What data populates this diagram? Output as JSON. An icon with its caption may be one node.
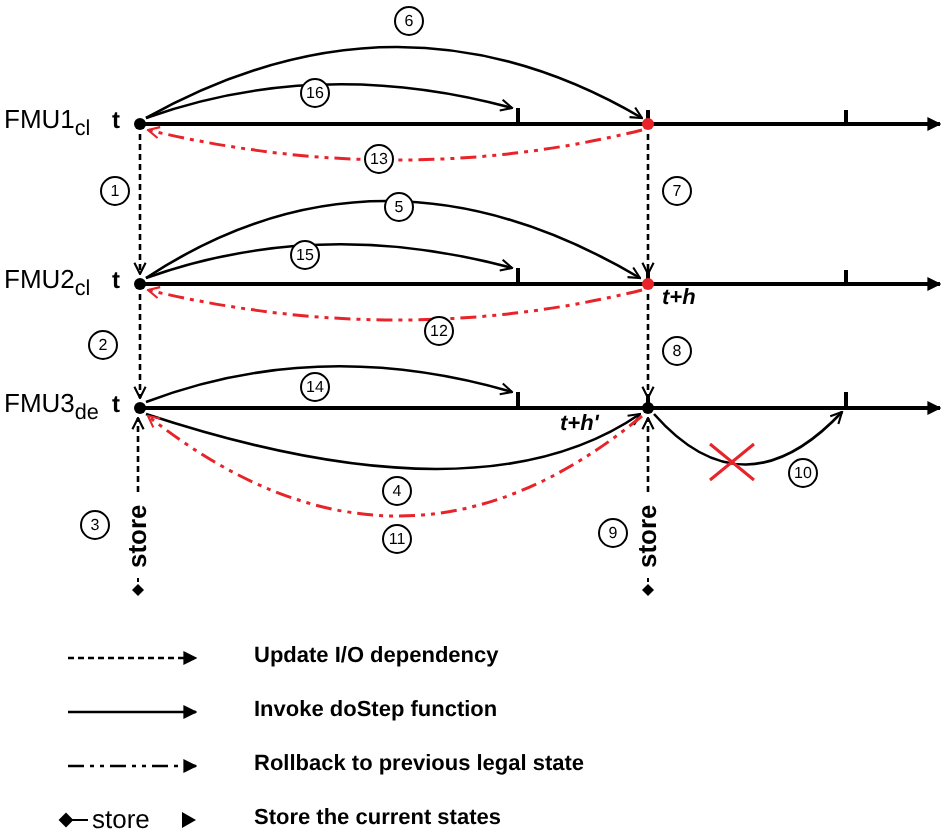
{
  "diagram": {
    "nodes": [
      {
        "text": [],
        "shape": "circle",
        "beside": [
          "t"
        ]
      },
      {
        "text": [],
        "shape": "bar"
      },
      {
        "text": [],
        "shape": "circle"
      },
      {
        "text": [],
        "shape": "circle",
        "beside": [
          "t"
        ]
      },
      {
        "text": [],
        "shape": "bar"
      },
      {
        "text": [],
        "shape": "circle",
        "beside": [
          "t+h"
        ]
      },
      {
        "text": [],
        "shape": "circle",
        "beside": [
          "t"
        ]
      },
      {
        "text": [],
        "shape": "bar"
      },
      {
        "text": [],
        "shape": "circle",
        "beside": [
          "t+h'"
        ]
      },
      {
        "text": [],
        "shape": "bar"
      },
      {
        "text": [
          "store"
        ]
      },
      {
        "text": [
          "store"
        ]
      }
    ],
    "edges": [
      {
        "from": 0,
        "to": 3,
        "arrow": "to",
        "label": "1",
        "style": "dashed"
      },
      {
        "from": 3,
        "to": 6,
        "arrow": "to",
        "label": "2",
        "style": "dashed"
      },
      {
        "from": 10,
        "to": 6,
        "arrow": "to",
        "label": "3",
        "style": "dashed"
      },
      {
        "from": 6,
        "to": 8,
        "arrow": "to",
        "label": "4"
      },
      {
        "from": 3,
        "to": 5,
        "arrow": "to",
        "label": "5"
      },
      {
        "from": 0,
        "to": 2,
        "arrow": "to",
        "label": "6"
      },
      {
        "from": 2,
        "to": 5,
        "arrow": "to",
        "label": "7",
        "style": "dashed"
      },
      {
        "from": 5,
        "to": 8,
        "arrow": "to",
        "label": "8",
        "style": "dashed"
      },
      {
        "from": 11,
        "to": 8,
        "arrow": "to",
        "label": "9",
        "style": "dashed"
      },
      {
        "from": 8,
        "to": 9,
        "arrow": "to",
        "label": "10"
      },
      {
        "from": 8,
        "to": 6,
        "arrow": "to",
        "label": "11",
        "style": "dashed",
        "color": "#e8242a"
      },
      {
        "from": 5,
        "to": 3,
        "arrow": "to",
        "label": "12",
        "style": "dashed",
        "color": "#e8242a"
      },
      {
        "from": 2,
        "to": 0,
        "arrow": "to",
        "label": "13",
        "style": "dashed",
        "color": "#e8242a"
      },
      {
        "from": 6,
        "to": 7,
        "arrow": "to",
        "label": "14"
      },
      {
        "from": 3,
        "to": 4,
        "arrow": "to",
        "label": "15"
      },
      {
        "from": 0,
        "to": 1,
        "arrow": "to",
        "label": "16"
      }
    ],
    "labels": [
      "FMU1$_{cl}$",
      "FMU2$_{cl}$",
      "FMU3$_{de}$",
      "store"
    ],
    "legend": [
      {
        "text": "Update I/O dependency"
      },
      {
        "text": "Invoke doStep function"
      },
      {
        "text": "Rollback to previous legal state"
      },
      {
        "text": "Store the current states"
      }
    ]
  }
}
